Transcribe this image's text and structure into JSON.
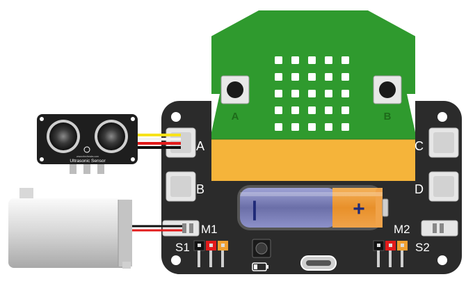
{
  "microbit": {
    "button_a_label": "A",
    "button_b_label": "B",
    "led_rows": 5,
    "led_cols": 5,
    "board_color": "#2f9a2e",
    "edge_color": "#f5b43a"
  },
  "expansion_board": {
    "color": "#2b2b2b",
    "port_labels": {
      "a": "A",
      "b": "B",
      "c": "C",
      "d": "D",
      "m1": "M1",
      "m2": "M2",
      "s1": "S1",
      "s2": "S2"
    }
  },
  "battery": {
    "negative_symbol": "|",
    "positive_symbol": "+",
    "body_color": "#6b6fa8",
    "cap_color": "#e8902a"
  },
  "ultrasonic_sensor": {
    "label": "Ultrasonic Sensor",
    "brand": "www.elecfreaks.com"
  },
  "wire_colors": {
    "yellow": "#f7e21a",
    "red": "#e21b1b",
    "black": "#111111",
    "white": "#f2f2f2"
  },
  "icons": {
    "usb": "usb-c-port-icon",
    "battery_indicator": "battery-icon",
    "reset": "reset-button-icon"
  }
}
